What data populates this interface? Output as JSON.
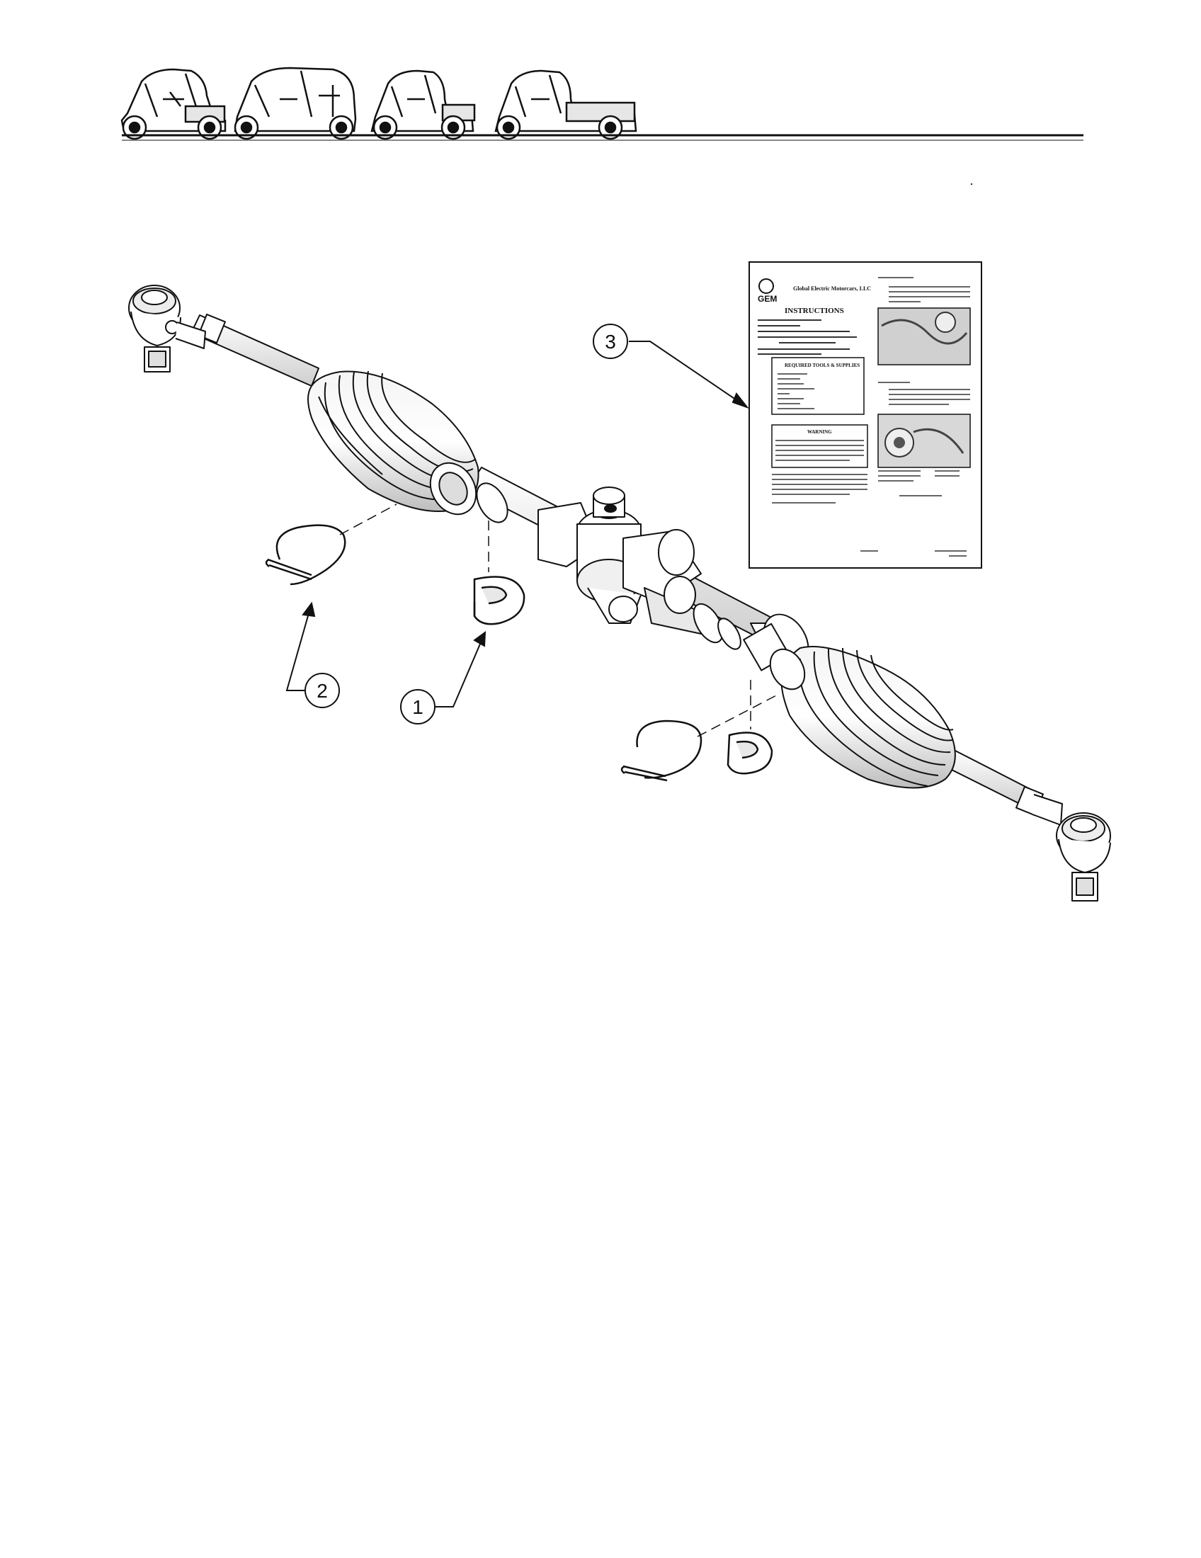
{
  "header": {
    "vehicle_icons": [
      "gem-two-seat-vehicle-icon",
      "gem-four-seat-vehicle-icon",
      "gem-short-bed-vehicle-icon",
      "gem-long-bed-vehicle-icon"
    ]
  },
  "diagram": {
    "callouts": [
      {
        "id": "1",
        "label": "1"
      },
      {
        "id": "2",
        "label": "2"
      },
      {
        "id": "3",
        "label": "3"
      }
    ],
    "instruction_sheet": {
      "logo": "GEM",
      "company": "Global Electric Motorcars, LLC",
      "heading": "INSTRUCTIONS",
      "tools_box_title": "REQUIRED TOOLS & SUPPLIES",
      "warning_title": "WARNING"
    }
  },
  "colors": {
    "line": "#111111",
    "background": "#ffffff",
    "shade": "#d8d8d8"
  }
}
